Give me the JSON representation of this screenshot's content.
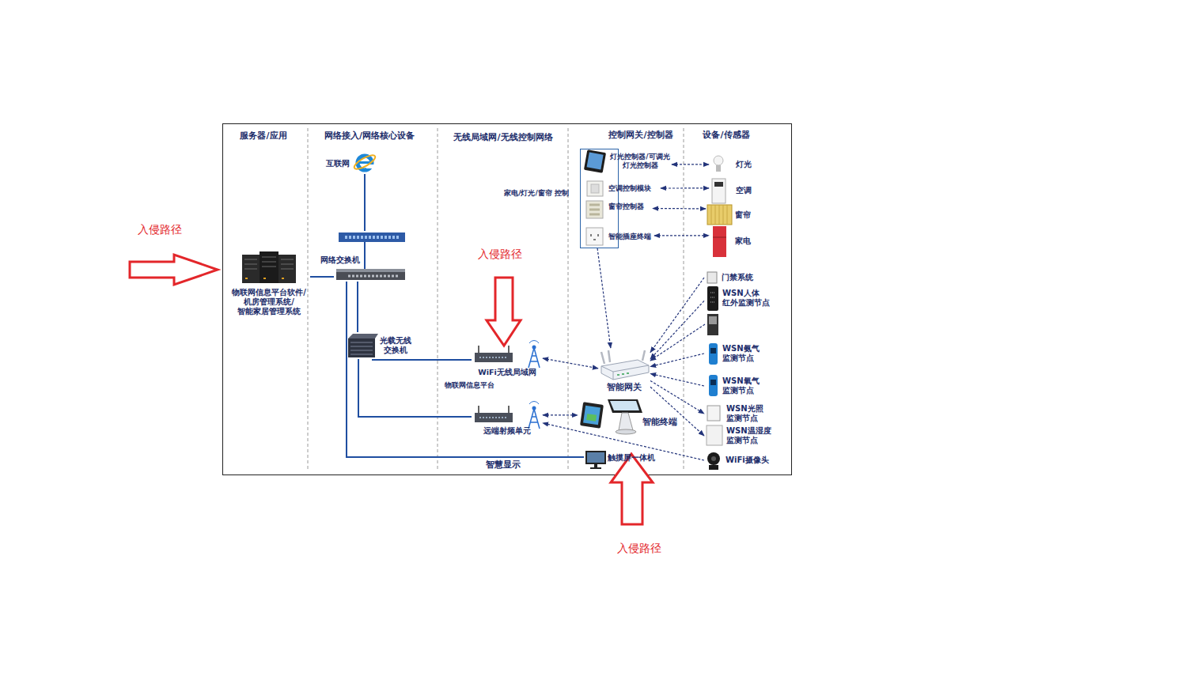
{
  "diagram": {
    "nodes": [
      {
        "text": [
          "物联网信息平台软件/ 机房管理系统/ 智能家居管理系统"
        ]
      },
      {
        "text": [
          "互联网"
        ]
      },
      {
        "text": [
          "网络交换机"
        ]
      },
      {
        "text": [
          "光载无线 交换机"
        ]
      },
      {
        "text": [
          "WiFi无线局域网"
        ]
      },
      {
        "text": [
          "远端射频单元"
        ]
      },
      {
        "text": [
          "触摸屏一体机"
        ]
      },
      {
        "text": [
          "智能网关"
        ]
      },
      {
        "text": [
          "智能终端"
        ]
      },
      {
        "text": [
          "家电/灯光/窗帘 控制"
        ]
      },
      {
        "text": [
          "灯光控制器/可调光 灯光控制器"
        ],
        "in": 9
      },
      {
        "text": [
          "空调控制模块"
        ],
        "in": 9
      },
      {
        "text": [
          "窗帘控制器"
        ],
        "in": 9
      },
      {
        "text": [
          "智能插座终端"
        ],
        "in": 9
      },
      {
        "text": [
          "灯光"
        ]
      },
      {
        "text": [
          "空调"
        ]
      },
      {
        "text": [
          "窗帘"
        ]
      },
      {
        "text": [
          "家电"
        ]
      },
      {
        "text": [
          "门禁系统"
        ]
      },
      {
        "text": [
          "WSN人体 红外监测节点"
        ]
      },
      {
        "text": [
          "WSN氨气 监测节点"
        ]
      },
      {
        "text": [
          "WSN氧气 监测节点"
        ]
      },
      {
        "text": [
          "WSN光照 监测节点"
        ]
      },
      {
        "text": [
          "WSN温湿度 监测节点"
        ]
      },
      {
        "text": [
          "WiFi摄像头"
        ]
      }
    ],
    "edges": [
      {
        "from": 1,
        "to": 2,
        "arrow": "none"
      },
      {
        "from": 0,
        "to": 2,
        "arrow": "none"
      },
      {
        "from": 2,
        "to": 3,
        "arrow": "none"
      },
      {
        "from": 3,
        "to": 4,
        "arrow": "none"
      },
      {
        "from": 3,
        "to": 5,
        "arrow": "none"
      },
      {
        "from": 2,
        "to": 6,
        "arrow": "none"
      },
      {
        "from": 4,
        "to": 7,
        "arrow": "both"
      },
      {
        "from": 5,
        "to": 8,
        "arrow": "both"
      },
      {
        "from": 24,
        "to": 5,
        "arrow": "to"
      },
      {
        "from": 9,
        "to": 7,
        "arrow": "to"
      },
      {
        "from": 10,
        "to": 14,
        "arrow": "both"
      },
      {
        "from": 11,
        "to": 15,
        "arrow": "both"
      },
      {
        "from": 12,
        "to": 16,
        "arrow": "both"
      },
      {
        "from": 13,
        "to": 17,
        "arrow": "both"
      },
      {
        "from": 18,
        "to": 7,
        "arrow": "to"
      },
      {
        "from": 19,
        "to": 7,
        "arrow": "to"
      },
      {
        "from": 20,
        "to": 7,
        "arrow": "to"
      },
      {
        "from": 21,
        "to": 7,
        "arrow": "to"
      },
      {
        "from": 7,
        "to": 22,
        "arrow": "to"
      },
      {
        "from": 7,
        "to": 23,
        "arrow": "to"
      }
    ],
    "labels": [
      "服务器/应用",
      "网络接入/网络核心设备",
      "无线局域网/无线控制网络",
      "控制网关/控制器",
      "设备/传感器",
      "物联网信息平台",
      "智慧显示",
      "入侵路径",
      "入侵路径",
      "入侵路径"
    ]
  }
}
